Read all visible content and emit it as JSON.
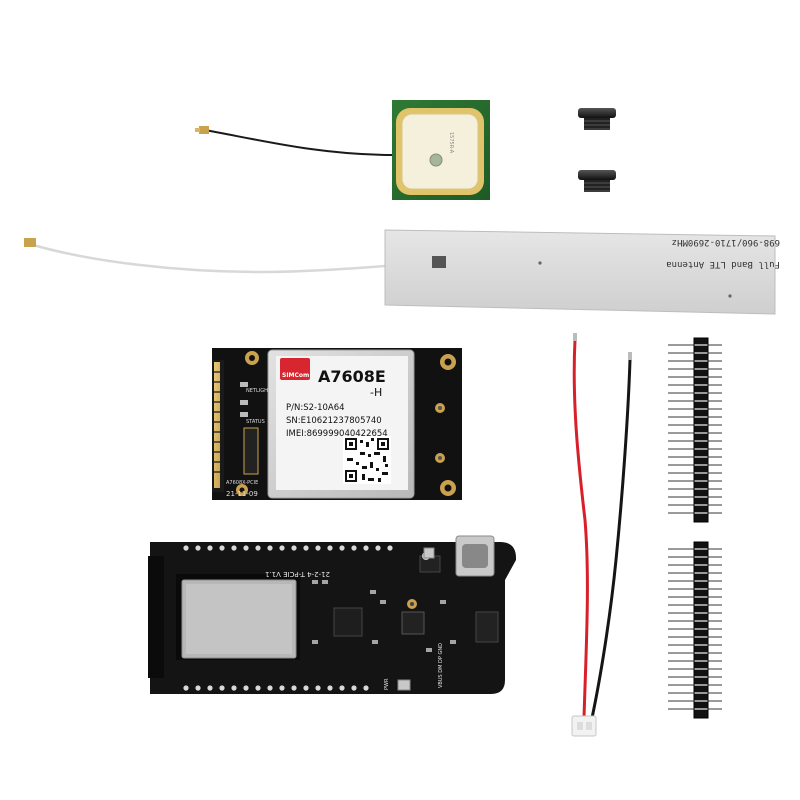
{
  "lte_antenna": {
    "line1": "Full Band LTE Antenna",
    "line2": "698-960/1710-2690MHz"
  },
  "gps_antenna": {
    "label": "1575R-A"
  },
  "modem": {
    "brand": "SIMCom",
    "model": "A7608E",
    "model_suffix": "-H",
    "pn": "P/N:S2-10A64",
    "sn": "SN:E10621237805740",
    "imei": "IMEI:869999040422654",
    "board_label": "A7608X-PCIE",
    "board_date": "21-11-09",
    "pin_label_1": "NETLIGHT",
    "pin_label_2": "STATUS"
  },
  "main_board": {
    "silk_1": "21-2-4 T-PCIE V1.1",
    "silk_2": "VBUS DM DP GND",
    "silk_3": "PWR"
  }
}
